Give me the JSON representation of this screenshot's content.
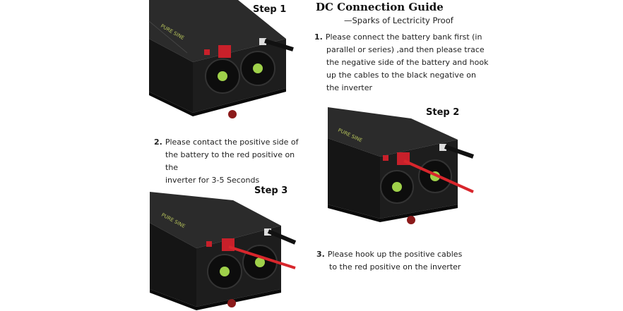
{
  "guide": {
    "title": "DC Connection Guide",
    "subtitle": "—Sparks of Lectricity  Proof"
  },
  "steps": [
    {
      "label": "Step 1"
    },
    {
      "label": "Step 2"
    },
    {
      "label": "Step 3"
    }
  ],
  "instructions": [
    {
      "number": "1.",
      "lines": [
        "Please connect the battery bank first (in",
        "parallel or series) ,and then please trace",
        "the negative side of the battery and hook",
        "up the cables to the black negative on",
        "the inverter"
      ]
    },
    {
      "number": "2.",
      "lines": [
        "Please contact the positive side of",
        "the battery to the red positive on the",
        "inverter for 3-5 Seconds"
      ]
    },
    {
      "number": "3.",
      "lines": [
        "Please hook up  the positive cables",
        "to the red positive on the inverter"
      ]
    }
  ],
  "colors": {
    "inverter_body": "#1b1b1b",
    "inverter_top": "#2a2a2a",
    "label_text": "#b7c45a",
    "positive_terminal": "#c8202a",
    "fan_green": "#9fd14a",
    "cable": "#111111",
    "red_cable": "#d8262c"
  }
}
